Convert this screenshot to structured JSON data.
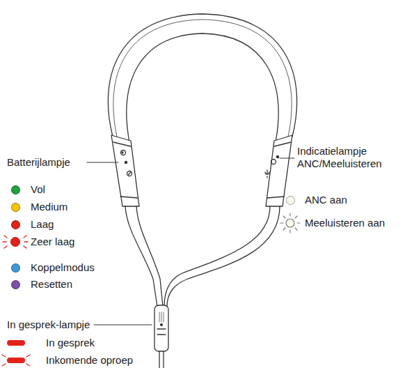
{
  "diagram": {
    "labels": [
      "Batterijlampje",
      "Indicatielampje ANC/Meeluisteren",
      "In gesprek-lampje"
    ],
    "legend": [
      {
        "text": "Vol",
        "color": "#22a13f"
      },
      {
        "text": "Medium",
        "color": "#f2c500"
      },
      {
        "text": "Laag",
        "color": "#e2231a"
      },
      {
        "text": "Zeer laag"
      },
      {
        "text": "Koppelmodus",
        "color": "#3d98d8"
      },
      {
        "text": "Resetten",
        "color": "#7d4fa6"
      },
      {
        "text": "ANC aan",
        "color": "#fbf9ec"
      },
      {
        "text": "Meeluisteren aan"
      },
      {
        "text": "In gesprek",
        "color": "#e2231a"
      },
      {
        "text": "Inkomende oproep"
      }
    ]
  }
}
